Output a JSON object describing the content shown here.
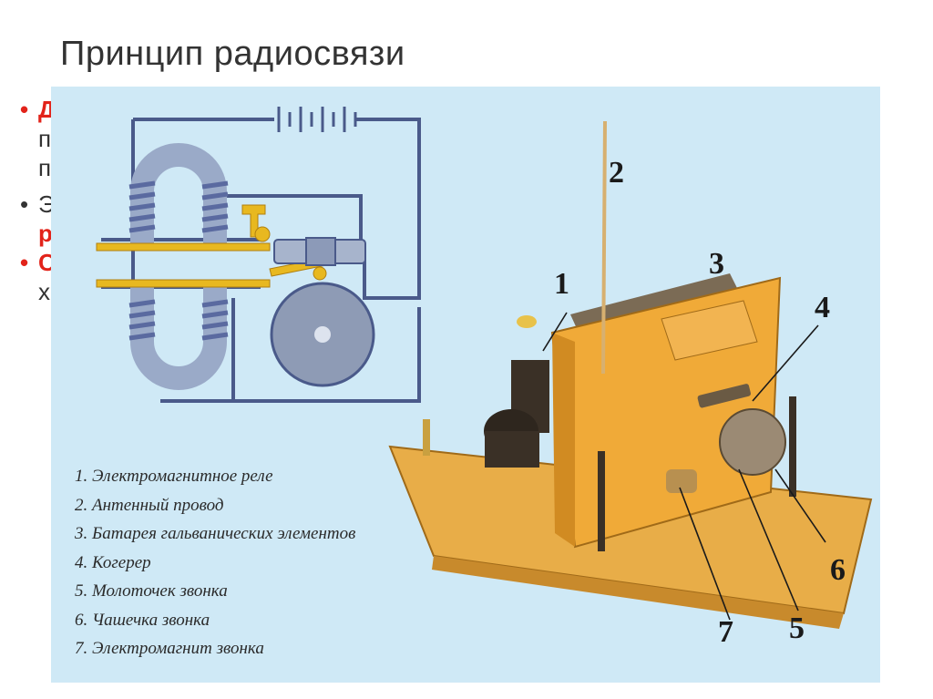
{
  "slide": {
    "title": "Принцип радиосвязи",
    "bullets": [
      {
        "text": "Д",
        "color": "#e2231a"
      },
      {
        "text": "п",
        "color": "#333333"
      },
      {
        "text": "п",
        "color": "#333333"
      },
      {
        "text": "Э",
        "color": "#333333"
      },
      {
        "text": "р",
        "color": "#e2231a"
      },
      {
        "text": "С",
        "color": "#e2231a"
      },
      {
        "text": "х",
        "color": "#333333"
      }
    ]
  },
  "figure": {
    "legend": [
      "1. Электромагнитное реле",
      "2. Антенный провод",
      "3. Батарея гальванических элементов",
      "4. Когерер",
      "5. Молоточек звонка",
      "6. Чашечка звонка",
      "7. Электромагнит звонка"
    ],
    "callouts": [
      "1",
      "2",
      "3",
      "4",
      "5",
      "6",
      "7"
    ],
    "colors": {
      "background": "#cfe9f6",
      "wire": "#4a5a8a",
      "brass": "#e8b820",
      "wood": "#e2a23e",
      "coil": "#5a6aa0"
    }
  }
}
